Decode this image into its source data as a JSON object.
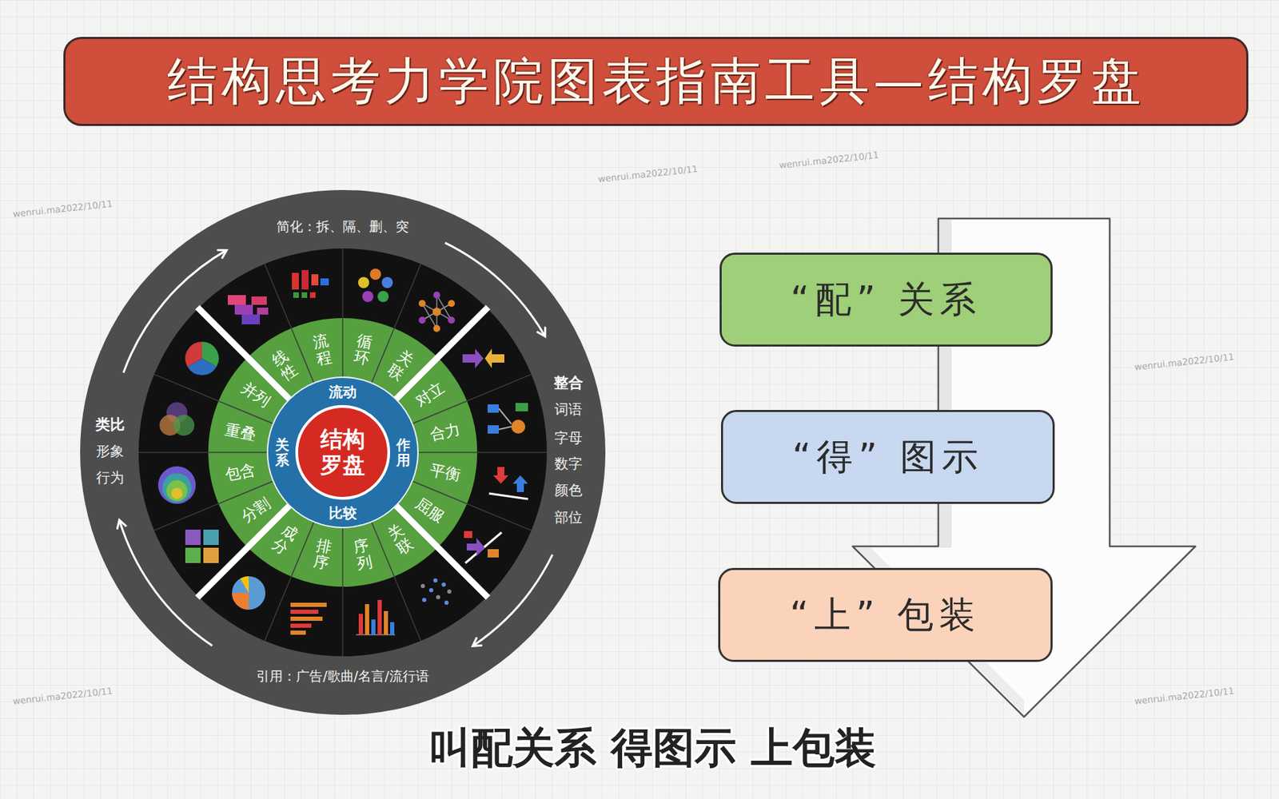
{
  "diagram": {
    "title": "结构思考力学院图表指南工具—结构罗盘",
    "caption": "叫配关系 得图示 上包装",
    "nodes": [
      {
        "text": [
          "结构 罗盘"
        ]
      },
      {
        "text": [
          "“配” 关系"
        ]
      },
      {
        "text": [
          "“得” 图示"
        ]
      },
      {
        "text": [
          "“上” 包装"
        ]
      }
    ],
    "labels": [
      "简化：拆、隔、删、突",
      "整合",
      "词语",
      "字母",
      "数字",
      "颜色",
      "部位",
      "引用：广告/歌曲/名言/流行语",
      "类比",
      "形象",
      "行为",
      "流动",
      "作用",
      "比较",
      "关系",
      "线性",
      "流程",
      "循环",
      "关联",
      "对立",
      "合力",
      "平衡",
      "屈服",
      "关联",
      "序列",
      "排序",
      "成分",
      "分割",
      "包含",
      "重叠",
      "并列",
      "wenrui.ma2022/10/11",
      "wenrui.ma2022/10/11",
      "wenrui.ma2022/10/11",
      "wenrui.ma2022/10/11",
      "wenrui.ma2022/10/11",
      "wenrui.ma2022/10/11"
    ]
  }
}
